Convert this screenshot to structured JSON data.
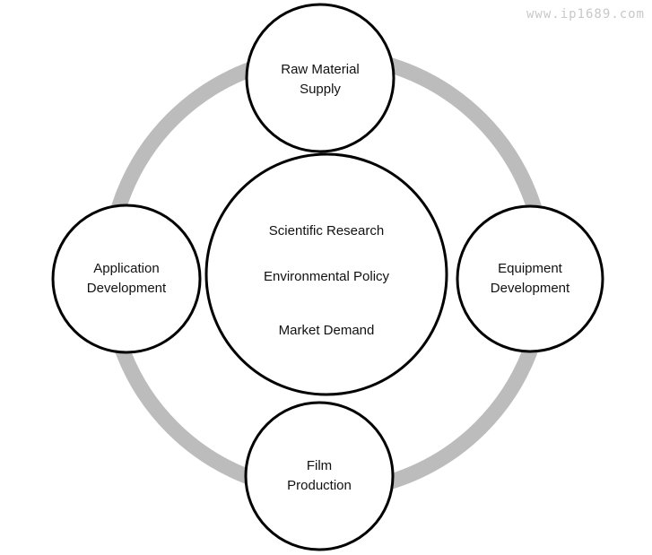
{
  "watermark": "www.ip1689.com",
  "diagram": {
    "ring_color": "#bcbcbc",
    "node_stroke": "#000000",
    "node_fill": "#ffffff",
    "center": {
      "lines": [
        "Scientific Research",
        "Environmental Policy",
        "Market Demand"
      ]
    },
    "nodes": {
      "top": {
        "line1": "Raw Material",
        "line2": "Supply"
      },
      "right": {
        "line1": "Equipment",
        "line2": "Development"
      },
      "bottom": {
        "line1": "Film",
        "line2": "Production"
      },
      "left": {
        "line1": "Application",
        "line2": "Development"
      }
    }
  }
}
